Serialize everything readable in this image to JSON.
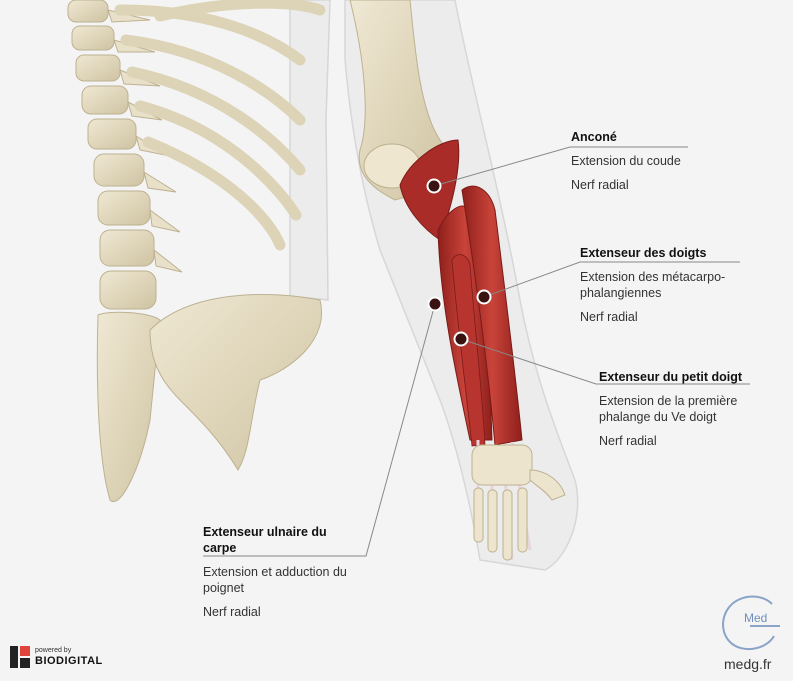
{
  "labels": {
    "anconeus": {
      "title": "Anconé",
      "function": "Extension du coude",
      "nerve": "Nerf radial"
    },
    "extensor_digitorum": {
      "title": "Extenseur des doigts",
      "function": "Extension des métacarpo-phalangiennes",
      "nerve": "Nerf radial"
    },
    "extensor_digiti_minimi": {
      "title": "Extenseur du petit doigt",
      "function": "Extension de la première phalange du Ve doigt",
      "nerve": "Nerf radial"
    },
    "extensor_carpi_ulnaris": {
      "title": "Extenseur ulnaire du carpe",
      "function": "Extension et adduction du poignet",
      "nerve": "Nerf radial"
    }
  },
  "branding": {
    "powered_by": "powered by",
    "company": "BIODIGITAL",
    "logo_text": "Med",
    "site": "medg.fr"
  },
  "colors": {
    "background": "#f4f4f4",
    "bone": "#e6dcc2",
    "muscle": "#b8322c",
    "skin_outline": "#d3d3d3",
    "leader_line": "#888888",
    "marker_fill": "#3a1212"
  }
}
